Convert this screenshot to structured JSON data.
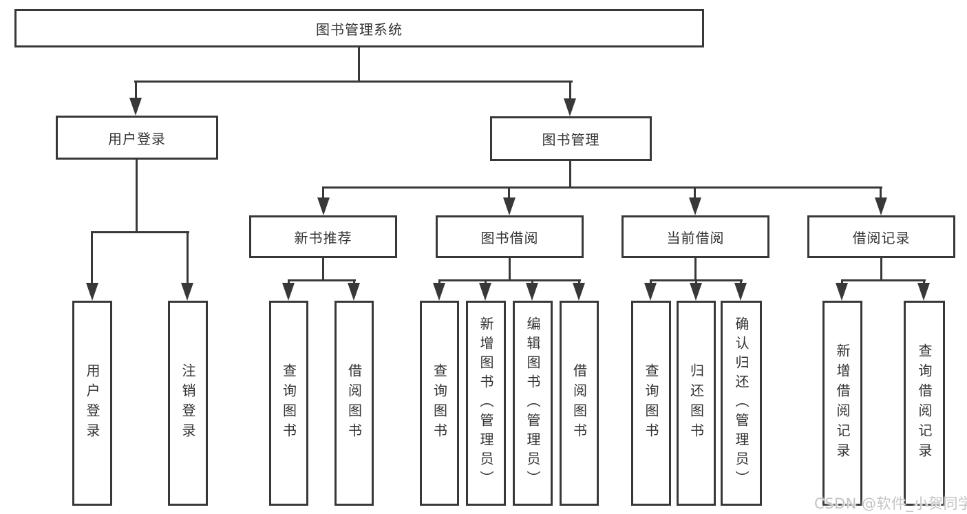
{
  "diagram": {
    "type": "hierarchy",
    "colors": {
      "line": "#383838",
      "border": "#383838",
      "text": "#333333",
      "background": "#ffffff",
      "watermark": "#c4c4c4"
    },
    "nodes": {
      "root": "图书管理系统",
      "user_login": "用户登录",
      "book_mgmt": "图书管理",
      "new_book": "新书推荐",
      "book_borrow": "图书借阅",
      "cur_borrow": "当前借阅",
      "borrow_rec": "借阅记录",
      "leaf_user_login": "用户登录",
      "leaf_logout": "注销登录",
      "leaf_rec_query": "查询图书",
      "leaf_rec_borrow": "借阅图书",
      "leaf_bor_query": "查询图书",
      "leaf_bor_add": "新增图书（管理员）",
      "leaf_bor_edit": "编辑图书（管理员）",
      "leaf_bor_borrow": "借阅图书",
      "leaf_cur_query": "查询图书",
      "leaf_cur_return": "归还图书",
      "leaf_cur_confirm": "确认归还（管理员）",
      "leaf_rad_add": "新增借阅记录",
      "leaf_rad_query": "查询借阅记录"
    },
    "edges": [
      [
        "图书管理系统",
        "用户登录"
      ],
      [
        "图书管理系统",
        "图书管理"
      ],
      [
        "用户登录",
        "用户登录"
      ],
      [
        "用户登录",
        "注销登录"
      ],
      [
        "图书管理",
        "新书推荐"
      ],
      [
        "图书管理",
        "图书借阅"
      ],
      [
        "图书管理",
        "当前借阅"
      ],
      [
        "图书管理",
        "借阅记录"
      ],
      [
        "新书推荐",
        "查询图书"
      ],
      [
        "新书推荐",
        "借阅图书"
      ],
      [
        "图书借阅",
        "查询图书"
      ],
      [
        "图书借阅",
        "新增图书（管理员）"
      ],
      [
        "图书借阅",
        "编辑图书（管理员）"
      ],
      [
        "图书借阅",
        "借阅图书"
      ],
      [
        "当前借阅",
        "查询图书"
      ],
      [
        "当前借阅",
        "归还图书"
      ],
      [
        "当前借阅",
        "确认归还（管理员）"
      ],
      [
        "借阅记录",
        "新增借阅记录"
      ],
      [
        "借阅记录",
        "查询借阅记录"
      ]
    ]
  },
  "watermark": {
    "text": "CSDN @软件_小贺同学"
  }
}
